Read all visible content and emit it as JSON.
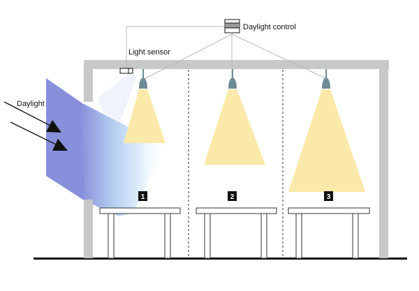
{
  "labels": {
    "daylight_control": "Daylight control",
    "light_sensor": "Light sensor",
    "daylight": "Daylight"
  },
  "zones": [
    {
      "number": "1"
    },
    {
      "number": "2"
    },
    {
      "number": "3"
    }
  ],
  "colors": {
    "background": "#ffffff",
    "wall": "#c8c8c8",
    "light_cone": "#fbe9a9",
    "lamp": "#6f8b98",
    "wiring": "#b8b8b8",
    "zone_badge": "#111111",
    "daylight_glass_start": "#7f86d8",
    "daylight_glass_end": "#ffffff",
    "arrow": "#111111"
  },
  "icons": {
    "controller": "control-unit-icon",
    "sensor": "light-sensor-icon",
    "lamp": "pendant-lamp-icon",
    "arrow": "arrow-right-down-icon"
  }
}
